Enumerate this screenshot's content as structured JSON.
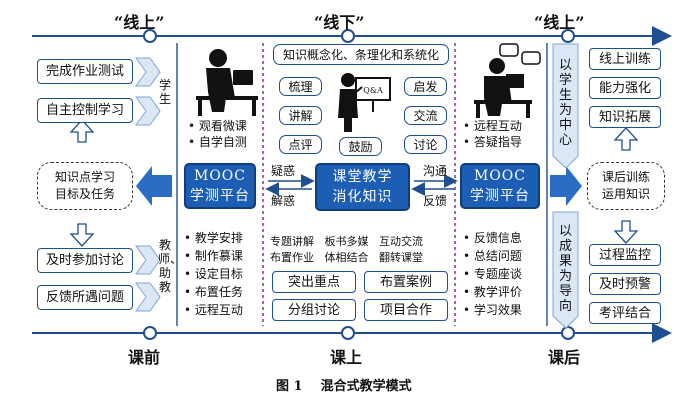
{
  "top_labels": [
    "“线上”",
    "“线下”",
    "“线上”"
  ],
  "bottom_labels": [
    "课前",
    "课上",
    "课后"
  ],
  "caption": "图 1    混合式教学模式",
  "left": {
    "boxes_top": [
      "完成作业测试",
      "自主控制学习"
    ],
    "center": [
      "知识点学习",
      "目标及任务"
    ],
    "boxes_bottom": [
      "及时参加讨论",
      "反馈所遇问题"
    ],
    "student_label": "学生",
    "teacher_label": "教师、助教"
  },
  "mooc_left": {
    "line1": "MOOC",
    "line2": "学测平台",
    "student_items": [
      "观看微课",
      "自学自测"
    ],
    "teacher_items": [
      "教学安排",
      "制作慕课",
      "设定目标",
      "布置任务",
      "远程互动"
    ]
  },
  "center": {
    "header": "知识概念化、条理化和系统化",
    "left_boxes": [
      "梳理",
      "讲解",
      "点评"
    ],
    "right_boxes": [
      "启发",
      "交流",
      "讨论"
    ],
    "bottom_word": "鼓励",
    "board_text": "Q&A",
    "blue_line1": "课堂教学",
    "blue_line2": "消化知识",
    "left_words": [
      "疑惑",
      "解惑"
    ],
    "right_words": [
      "沟通",
      "反馈"
    ],
    "methods_line1": "专题讲解   板书多媒   互动交流",
    "methods_line2": "布置作业   体相结合   翻转课堂",
    "bottom_boxes": [
      "突出重点",
      "布置案例",
      "分组讨论",
      "项目合作"
    ]
  },
  "mooc_right": {
    "line1": "MOOC",
    "line2": "学测平台",
    "top_items": [
      "远程互动",
      "答疑指导"
    ],
    "bottom_items": [
      "反馈信息",
      "总结问题",
      "专题座谈",
      "教学评价",
      "学习效果"
    ]
  },
  "right": {
    "chevron_top": "以学生为中心",
    "chevron_bottom": "以成果为导向",
    "boxes_top": [
      "线上训练",
      "能力强化",
      "知识拓展"
    ],
    "center": [
      "课后训练",
      "运用知识"
    ],
    "boxes_bottom": [
      "过程监控",
      "及时预警",
      "考评结合"
    ]
  },
  "colors": {
    "blue": "#1d5eb5",
    "dark_blue": "#1f4f8f",
    "arrow_light": "#dbe7f5",
    "arrow_dark": "#2b6cc4"
  }
}
